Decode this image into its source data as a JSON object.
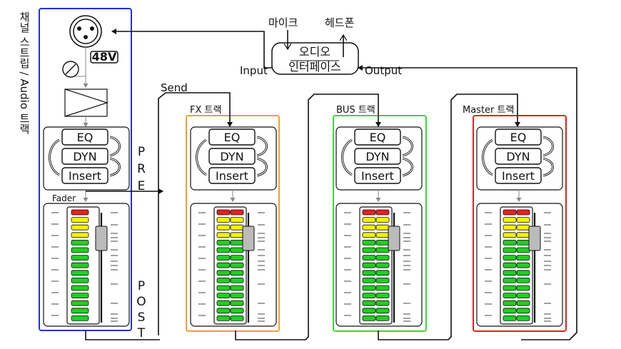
{
  "side_title": "채널 스트립 / Audio 트랙",
  "phantom_power": "48V",
  "interface": {
    "line1": "오디오",
    "line2": "인터페이스",
    "mic": "마이크",
    "headphones": "헤드폰",
    "input": "Input",
    "output": "Output"
  },
  "send_label": "Send",
  "fader_label": "Fader",
  "pre_letters": [
    "P",
    "R",
    "E"
  ],
  "post_letters": [
    "P",
    "O",
    "S",
    "T"
  ],
  "processing": {
    "eq": "EQ",
    "dyn": "DYN",
    "insert": "Insert"
  },
  "tracks": [
    {
      "label": "FX 트랙",
      "color": "#f0a030"
    },
    {
      "label": "BUS 트랙",
      "color": "#33dd33"
    },
    {
      "label": "Master 트랙",
      "color": "#dd2222"
    }
  ],
  "colors": {
    "channel_strip": "#2233cc",
    "meter_red": "#e82020",
    "meter_yellow": "#f2f200",
    "meter_green": "#22cc22",
    "fader_knob": "#bbbbbb"
  }
}
